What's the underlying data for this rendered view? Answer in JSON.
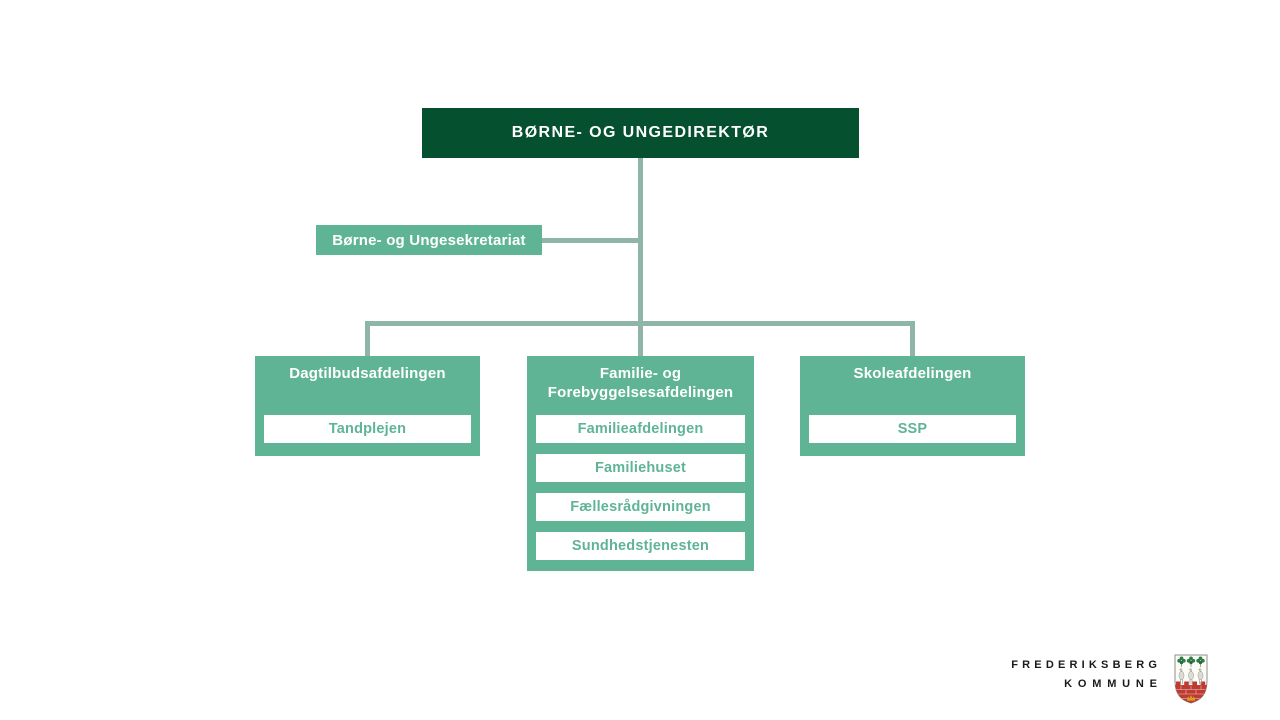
{
  "org": {
    "root": {
      "label": "BØRNE- OG UNGEDIREKTØR"
    },
    "staff": {
      "label": "Børne- og Ungesekretariat"
    },
    "departments": [
      {
        "label": "Dagtilbudsafdelingen",
        "children": [
          "Tandplejen"
        ]
      },
      {
        "label": "Familie- og Forebyggelsesafdelingen",
        "children": [
          "Familieafdelingen",
          "Familiehuset",
          "Fællesrådgivningen",
          "Sundhedstjenesten"
        ]
      },
      {
        "label": "Skoleafdelingen",
        "children": [
          "SSP"
        ]
      }
    ]
  },
  "branding": {
    "line1": "FREDERIKSBERG",
    "line2": "KOMMUNE"
  },
  "colors": {
    "dark_green": "#05502E",
    "green": "#5FB495",
    "connector": "#8FB5A8",
    "text_on_green": "#FFFFFF",
    "brand_text": "#1A1A1A",
    "crest_red": "#BF3A30",
    "crest_tree_green": "#2F7B44",
    "crest_gold": "#D4A029"
  }
}
